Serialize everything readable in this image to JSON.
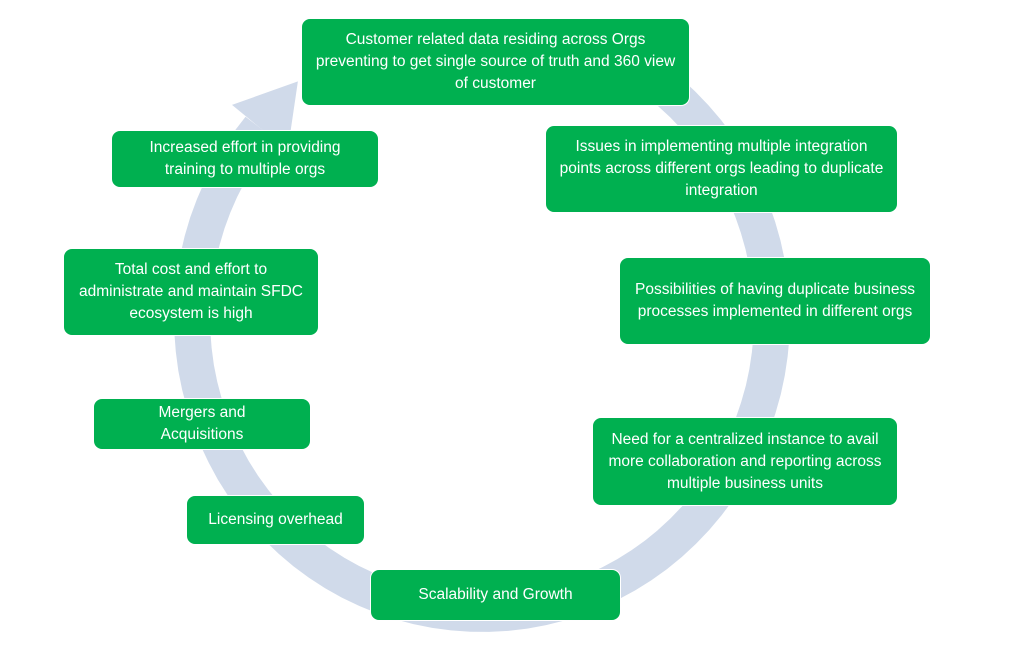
{
  "colors": {
    "box": "#00b050",
    "ring": "#d0daea",
    "text": "#ffffff"
  },
  "boxes": [
    {
      "text": "Customer related data residing across Orgs preventing to get single source of truth and 360 view of customer"
    },
    {
      "text": "Issues in implementing multiple integration points across different orgs leading to duplicate integration"
    },
    {
      "text": "Possibilities of having duplicate business processes implemented in different orgs"
    },
    {
      "text": "Need for a centralized instance to avail more collaboration and reporting across multiple business units"
    },
    {
      "text": "Scalability and Growth"
    },
    {
      "text": "Licensing overhead"
    },
    {
      "text": "Mergers and Acquisitions"
    },
    {
      "text": "Total cost and effort to administrate and maintain SFDC ecosystem is high"
    },
    {
      "text": "Increased effort in providing training to multiple orgs"
    }
  ]
}
